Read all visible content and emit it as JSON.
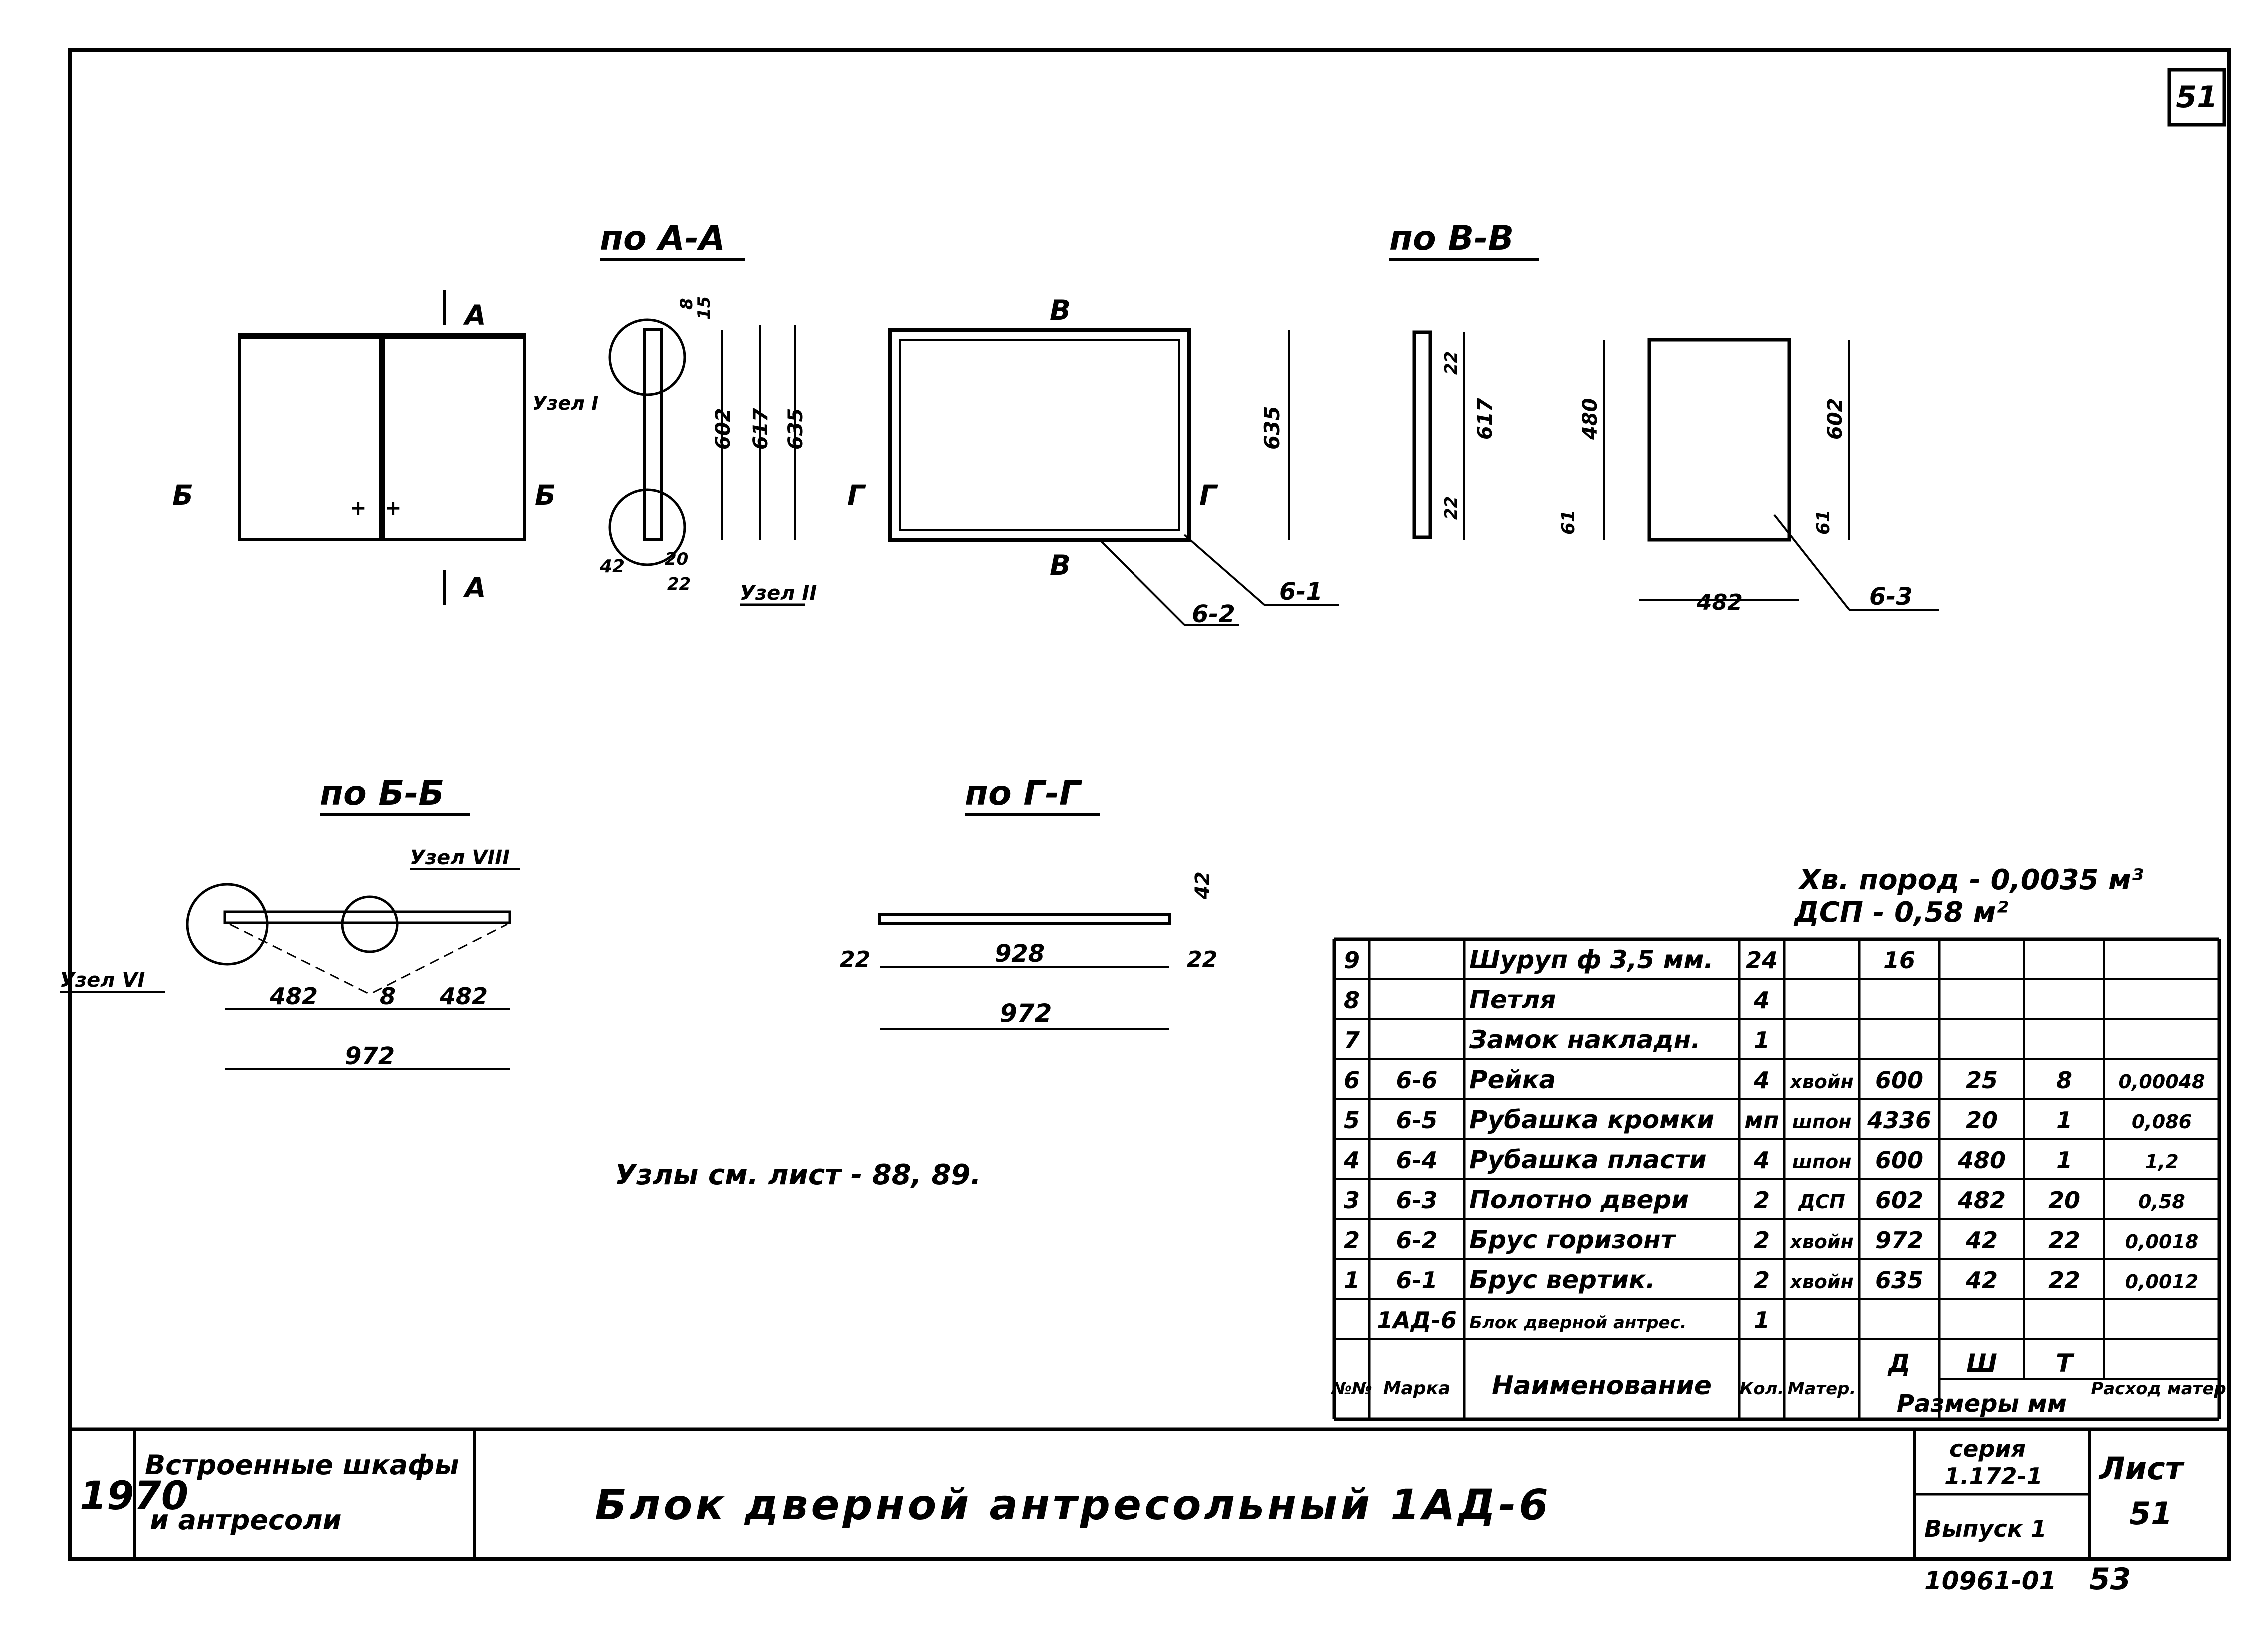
{
  "page_corner_number": "51",
  "views": {
    "a_a": {
      "title": "по А-А",
      "marker": "А",
      "uzel1": "Узел I",
      "uzel2": "Узел II",
      "dims": [
        "8",
        "15",
        "602",
        "617",
        "635",
        "42",
        "20",
        "22"
      ]
    },
    "b_b": {
      "title": "по В-В",
      "dims": [
        "22",
        "617",
        "22",
        "480",
        "61",
        "602",
        "61",
        "482"
      ],
      "callout": "6-3"
    },
    "front": {
      "marker_a": "А",
      "marker_b": "Б",
      "uzel": "Узел I"
    },
    "frame": {
      "marker_v": "В",
      "marker_g": "Г",
      "height": "635",
      "callout1": "6-1",
      "callout2": "6-2"
    },
    "bb_section": {
      "title": "по Б-Б",
      "uzel8": "Узел VIII",
      "uzel6": "Узел VI",
      "dims": [
        "482",
        "8",
        "482",
        "972"
      ]
    },
    "gg_section": {
      "title": "по Г-Г",
      "dims": [
        "22",
        "928",
        "22",
        "972",
        "42"
      ]
    }
  },
  "nodes_note": "Узлы см. лист - 88, 89.",
  "materials_note": {
    "line1": "Хв. пород - 0,0035 м³",
    "line2": "ДСП - 0,58 м²"
  },
  "spec_table": {
    "headers": {
      "num": "№№",
      "mark": "Марка",
      "name": "Наименование",
      "qty": "Кол.",
      "material": "Матер.",
      "dims_group": "Размеры мм",
      "d": "Д",
      "w": "Ш",
      "t": "Т",
      "consumption": "Расход матер."
    },
    "rows": [
      {
        "num": "9",
        "mark": "",
        "name": "Шуруп ф 3,5 мм.",
        "qty": "24",
        "mat": "",
        "d": "16",
        "w": "",
        "t": "",
        "cons": ""
      },
      {
        "num": "8",
        "mark": "",
        "name": "Петля",
        "qty": "4",
        "mat": "",
        "d": "",
        "w": "",
        "t": "",
        "cons": ""
      },
      {
        "num": "7",
        "mark": "",
        "name": "Замок накладн.",
        "qty": "1",
        "mat": "",
        "d": "",
        "w": "",
        "t": "",
        "cons": ""
      },
      {
        "num": "6",
        "mark": "6-6",
        "name": "Рейка",
        "qty": "4",
        "mat": "хвойн",
        "d": "600",
        "w": "25",
        "t": "8",
        "cons": "0,00048"
      },
      {
        "num": "5",
        "mark": "6-5",
        "name": "Рубашка кромки",
        "qty": "мп",
        "mat": "шпон",
        "d": "4336",
        "w": "20",
        "t": "1",
        "cons": "0,086"
      },
      {
        "num": "4",
        "mark": "6-4",
        "name": "Рубашка пласти",
        "qty": "4",
        "mat": "шпон",
        "d": "600",
        "w": "480",
        "t": "1",
        "cons": "1,2"
      },
      {
        "num": "3",
        "mark": "6-3",
        "name": "Полотно двери",
        "qty": "2",
        "mat": "ДСП",
        "d": "602",
        "w": "482",
        "t": "20",
        "cons": "0,58"
      },
      {
        "num": "2",
        "mark": "6-2",
        "name": "Брус горизонт",
        "qty": "2",
        "mat": "хвойн",
        "d": "972",
        "w": "42",
        "t": "22",
        "cons": "0,0018"
      },
      {
        "num": "1",
        "mark": "6-1",
        "name": "Брус вертик.",
        "qty": "2",
        "mat": "хвойн",
        "d": "635",
        "w": "42",
        "t": "22",
        "cons": "0,0012"
      },
      {
        "num": "",
        "mark": "1АД-6",
        "name": "Блок дверной антрес.",
        "qty": "1",
        "mat": "",
        "d": "",
        "w": "",
        "t": "",
        "cons": ""
      }
    ]
  },
  "title_block": {
    "year": "1970",
    "category_line1": "Встроенные шкафы",
    "category_line2": "и антресоли",
    "title": "Блок дверной антресольный 1АД-6",
    "series_label": "серия",
    "series_value": "1.172-1",
    "issue": "Выпуск 1",
    "sheet_label": "Лист",
    "sheet_value": "51"
  },
  "footer": {
    "code": "10961-01",
    "page": "53"
  }
}
